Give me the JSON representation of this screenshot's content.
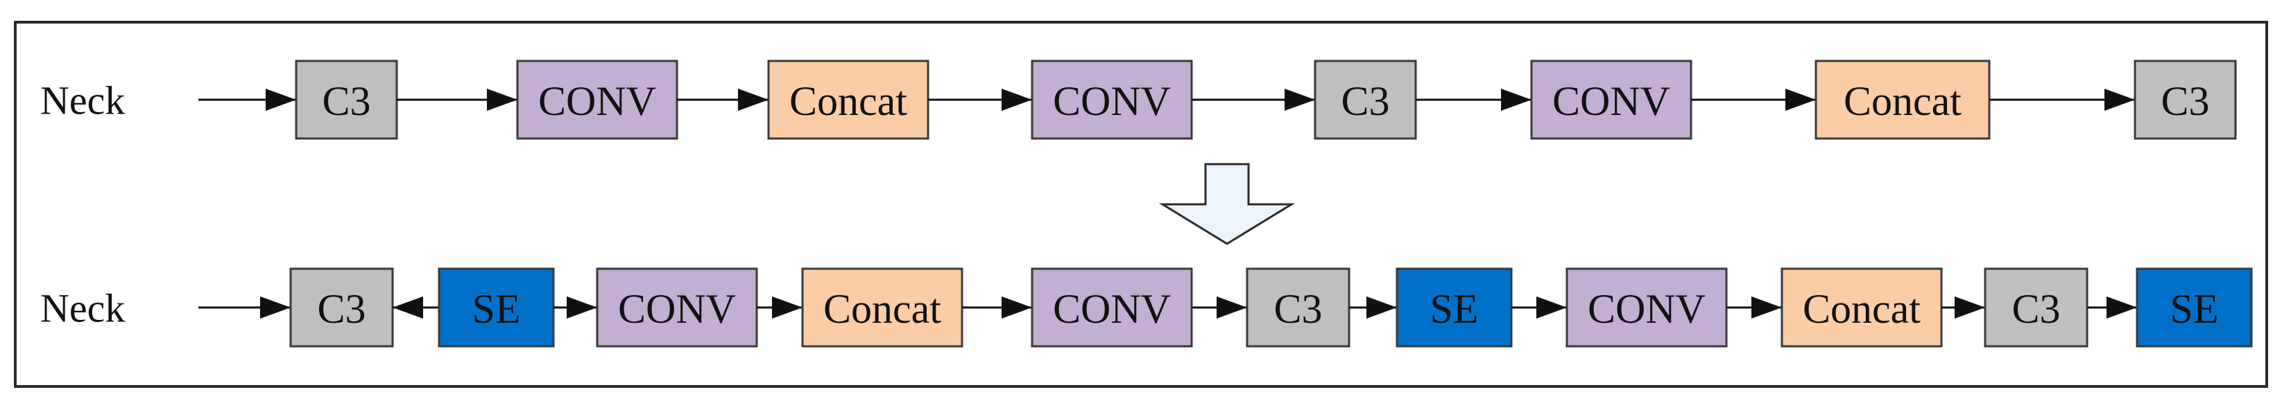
{
  "colors": {
    "C3": "#bfbfbf",
    "CONV": "#c3afd2",
    "Concat": "#fbcda6",
    "SE": "#0070c8",
    "transform_arrow": "#eef4fb"
  },
  "rows": [
    {
      "label": "Neck",
      "blocks": [
        {
          "text": "C3",
          "type": "C3"
        },
        {
          "text": "CONV",
          "type": "CONV"
        },
        {
          "text": "Concat",
          "type": "Concat"
        },
        {
          "text": "CONV",
          "type": "CONV"
        },
        {
          "text": "C3",
          "type": "C3"
        },
        {
          "text": "CONV",
          "type": "CONV"
        },
        {
          "text": "Concat",
          "type": "Concat"
        },
        {
          "text": "C3",
          "type": "C3"
        }
      ],
      "connections": [
        "right",
        "right",
        "right",
        "right",
        "right",
        "right",
        "right",
        "right"
      ]
    },
    {
      "label": "Neck",
      "blocks": [
        {
          "text": "C3",
          "type": "C3"
        },
        {
          "text": "SE",
          "type": "SE"
        },
        {
          "text": "CONV",
          "type": "CONV"
        },
        {
          "text": "Concat",
          "type": "Concat"
        },
        {
          "text": "CONV",
          "type": "CONV"
        },
        {
          "text": "C3",
          "type": "C3"
        },
        {
          "text": "SE",
          "type": "SE"
        },
        {
          "text": "CONV",
          "type": "CONV"
        },
        {
          "text": "Concat",
          "type": "Concat"
        },
        {
          "text": "C3",
          "type": "C3"
        },
        {
          "text": "SE",
          "type": "SE"
        }
      ],
      "connections": [
        "right",
        "left",
        "right",
        "right",
        "right",
        "right",
        "right",
        "right",
        "right",
        "right",
        "right"
      ]
    }
  ]
}
